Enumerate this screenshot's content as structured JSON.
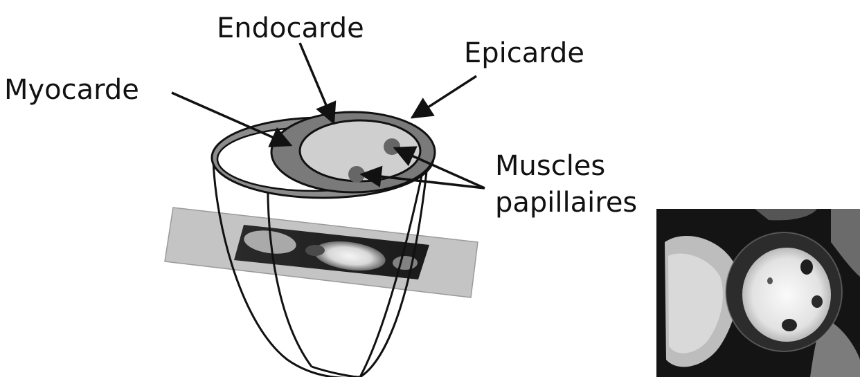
{
  "labels": {
    "endocarde": "Endocarde",
    "epicarde": "Epicarde",
    "myocarde": "Myocarde",
    "muscles_line1": "Muscles",
    "muscles_line2": "papillaires"
  },
  "colors": {
    "ink": "#111111",
    "outer_ring_fill": "#8c8c8c",
    "myocardium_fill": "#7a7a7a",
    "cavity_fill": "#cfcfcf",
    "papillary_fill": "#666666",
    "slice_plane_fill": "#c4c4c4",
    "mri_background": "#141414"
  }
}
